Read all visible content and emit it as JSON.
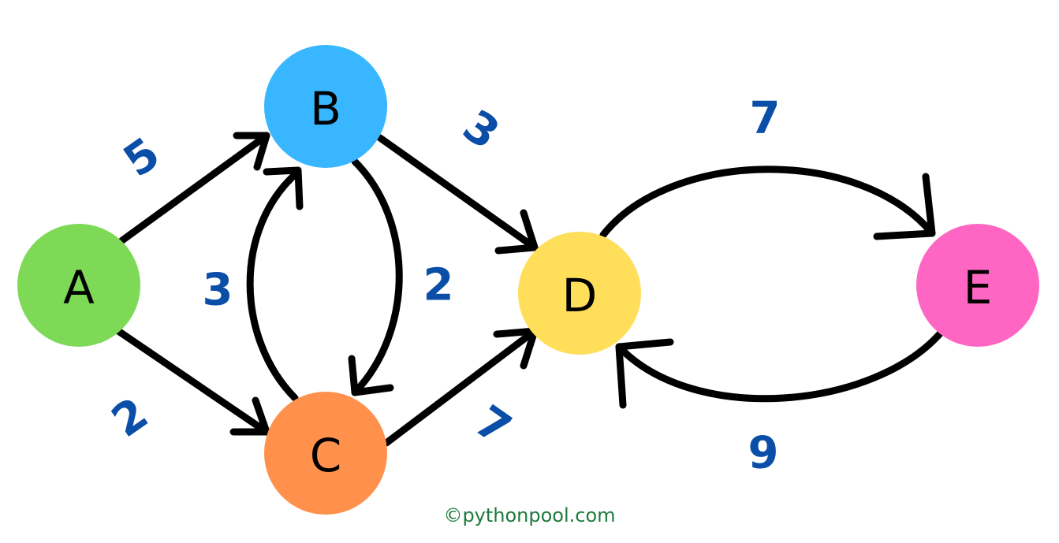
{
  "nodes": {
    "A": {
      "label": "A",
      "color": "#7ed957"
    },
    "B": {
      "label": "B",
      "color": "#38b6ff"
    },
    "C": {
      "label": "C",
      "color": "#ff914d"
    },
    "D": {
      "label": "D",
      "color": "#ffde59"
    },
    "E": {
      "label": "E",
      "color": "#ff66c4"
    }
  },
  "edges": [
    {
      "from": "A",
      "to": "B",
      "weight": "5"
    },
    {
      "from": "A",
      "to": "C",
      "weight": "2"
    },
    {
      "from": "C",
      "to": "B",
      "weight": "3"
    },
    {
      "from": "B",
      "to": "C",
      "weight": "2"
    },
    {
      "from": "B",
      "to": "D",
      "weight": "3"
    },
    {
      "from": "C",
      "to": "D",
      "weight": "7"
    },
    {
      "from": "D",
      "to": "E",
      "weight": "7"
    },
    {
      "from": "E",
      "to": "D",
      "weight": "9"
    }
  ],
  "weight_color": "#0a4ea8",
  "watermark": "©pythonpool.com"
}
